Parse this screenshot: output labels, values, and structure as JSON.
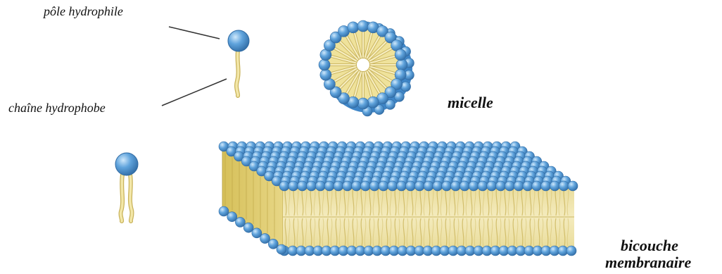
{
  "labels": {
    "pole_hydrophile": "pôle hydrophile",
    "chaine_hydrophobe": "chaîne hydrophobe",
    "micelle": "micelle",
    "bicouche_line1": "bicouche",
    "bicouche_line2": "membranaire"
  },
  "colors": {
    "head_blue": "#4f95d3",
    "head_light": "#a8d2f2",
    "head_dark": "#2f6aa3",
    "tail_yellow": "#efe29b",
    "tail_edge": "#c8b25a",
    "side_gold": "#d8c25a",
    "pointer_line": "#333333"
  }
}
